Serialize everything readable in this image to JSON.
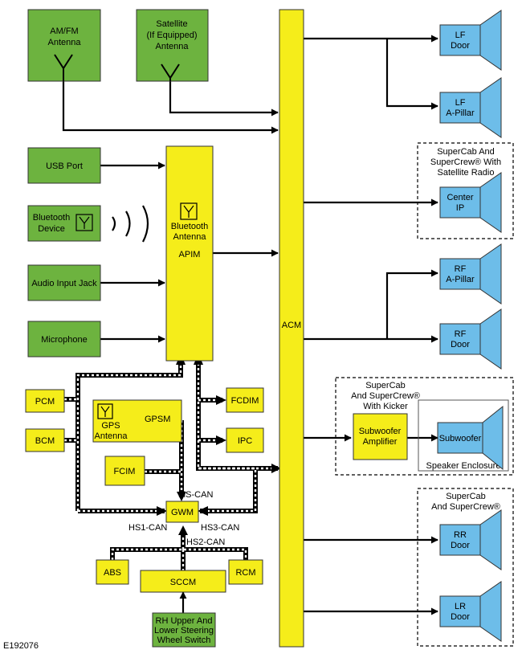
{
  "figure_id": "E192076",
  "sources": {
    "am_fm_antenna": [
      "AM/FM",
      "Antenna"
    ],
    "satellite_antenna": [
      "Satellite",
      "(If Equipped)",
      "Antenna"
    ],
    "usb_port": [
      "USB Port"
    ],
    "bluetooth_device": [
      "Bluetooth",
      "Device"
    ],
    "audio_input_jack": [
      "Audio Input Jack"
    ],
    "microphone": [
      "Microphone"
    ],
    "steering_wheel_switch": [
      "RH Upper And",
      "Lower Steering",
      "Wheel Switch"
    ]
  },
  "modules": {
    "apim": [
      "APIM"
    ],
    "bluetooth_antenna": [
      "Bluetooth",
      "Antenna"
    ],
    "acm": [
      "ACM"
    ],
    "pcm": [
      "PCM"
    ],
    "bcm": [
      "BCM"
    ],
    "gpsm": [
      "GPSM"
    ],
    "gps_antenna": [
      "GPS",
      "Antenna"
    ],
    "fcim": [
      "FCIM"
    ],
    "fcdim": [
      "FCDIM"
    ],
    "ipc": [
      "IPC"
    ],
    "gwm": [
      "GWM"
    ],
    "abs": [
      "ABS"
    ],
    "sccm": [
      "SCCM"
    ],
    "rcm": [
      "RCM"
    ],
    "subwoofer_amplifier": [
      "Subwoofer",
      "Amplifier"
    ]
  },
  "speakers": {
    "lf_door": [
      "LF",
      "Door"
    ],
    "lf_a_pillar": [
      "LF",
      "A-Pillar"
    ],
    "center_ip": [
      "Center",
      "IP"
    ],
    "rf_a_pillar": [
      "RF",
      "A-Pillar"
    ],
    "rf_door": [
      "RF",
      "Door"
    ],
    "subwoofer": [
      "Subwoofer"
    ],
    "rr_door": [
      "RR",
      "Door"
    ],
    "lr_door": [
      "LR",
      "Door"
    ]
  },
  "groups": {
    "satellite_radio": [
      "SuperCab And",
      "SuperCrew® With",
      "Satellite Radio"
    ],
    "kicker": [
      "SuperCab",
      "And SuperCrew®",
      "With Kicker"
    ],
    "speaker_enclosure": [
      "Speaker Enclosure"
    ],
    "rear": [
      "SuperCab",
      "And SuperCrew®"
    ]
  },
  "buses": {
    "ms_can": "MS-CAN",
    "hs1_can": "HS1-CAN",
    "hs2_can": "HS2-CAN",
    "hs3_can": "HS3-CAN"
  },
  "colors": {
    "source_green": "#6db33f",
    "module_yellow": "#f5ed1a",
    "speaker_blue": "#6dbde9"
  },
  "icons": [
    "antenna-icon",
    "bluetooth-antenna-icon",
    "speaker-icon",
    "radio-wave-icon",
    "arrowhead-icon"
  ]
}
